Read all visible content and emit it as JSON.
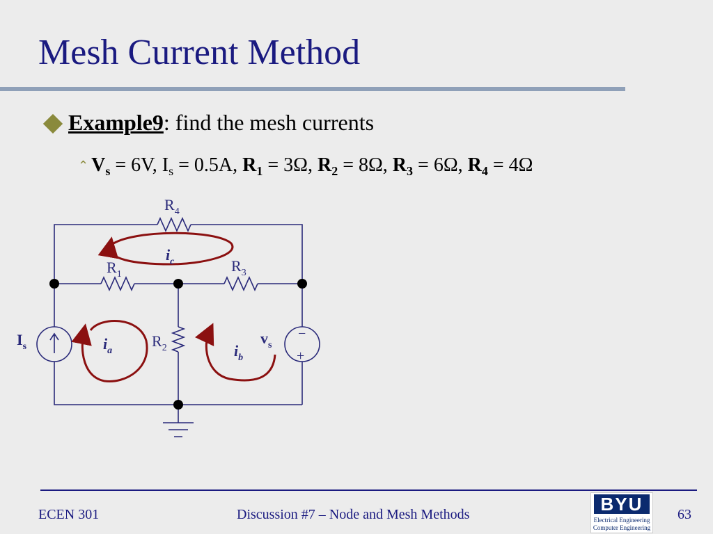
{
  "slide": {
    "title": "Mesh Current Method",
    "bullet1": {
      "label": "Example9",
      "text": ": find the mesh currents"
    },
    "bullet2": {
      "vs": "V",
      "vs_sub": "s",
      "vs_val": " = 6V, ",
      "is": "I",
      "is_sub": "s",
      "is_val": " = 0.5A, ",
      "r1": "R",
      "r1_sub": "1",
      "r1_val": " = 3Ω, ",
      "r2": "R",
      "r2_sub": "2",
      "r2_val": " = 8Ω, ",
      "r3": "R",
      "r3_sub": "3",
      "r3_val": " = 6Ω, ",
      "r4": "R",
      "r4_sub": "4",
      "r4_val": " = 4Ω"
    }
  },
  "circuit": {
    "r4": "R",
    "r4_sub": "4",
    "r1": "R",
    "r1_sub": "1",
    "r3": "R",
    "r3_sub": "3",
    "r2": "R",
    "r2_sub": "2",
    "is": "I",
    "is_sub": "s",
    "vs": "v",
    "vs_sub": "s",
    "ia": "i",
    "ia_sub": "a",
    "ib": "i",
    "ib_sub": "b",
    "ic": "i",
    "ic_sub": "c",
    "minus": "−",
    "plus": "+"
  },
  "footer": {
    "course": "ECEN 301",
    "center": "Discussion #7 – Node and Mesh Methods",
    "page": "63",
    "logo_main": "BYU",
    "logo_line1": "Electrical Engineering",
    "logo_line2": "Computer Engineering"
  },
  "colors": {
    "title": "#1a1a80",
    "wire": "#2a2a7a",
    "mesh_arrow": "#8b1010",
    "bullet": "#8a8a3c"
  }
}
